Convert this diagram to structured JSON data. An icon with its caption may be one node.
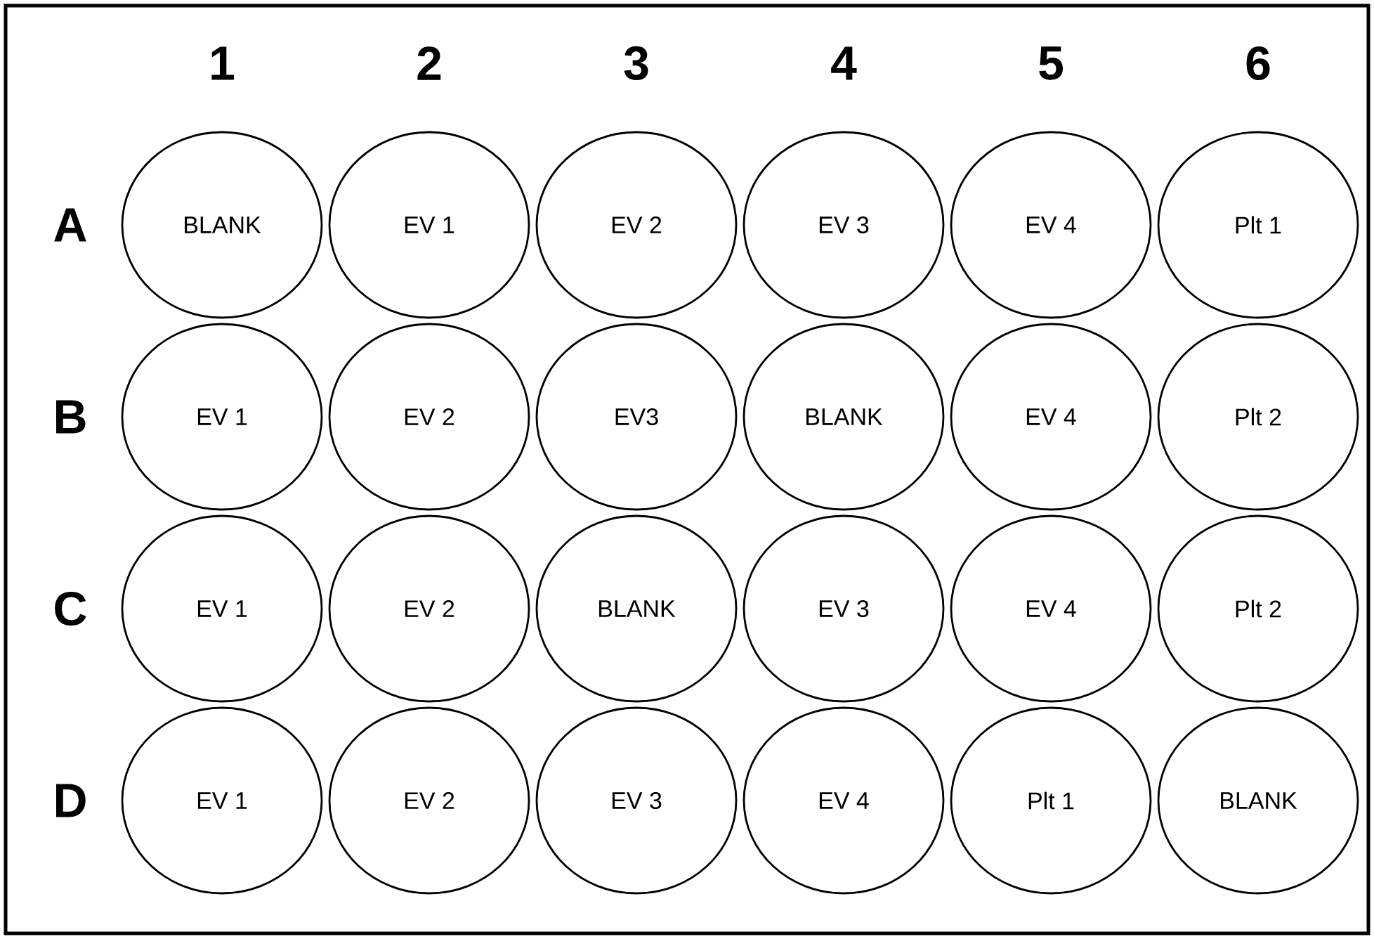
{
  "diagram": {
    "nodes": [
      {
        "text": [
          "BLANK"
        ]
      },
      {
        "text": [
          "EV 1"
        ]
      },
      {
        "text": [
          "EV 2"
        ]
      },
      {
        "text": [
          "EV 3"
        ]
      },
      {
        "text": [
          "EV 4"
        ]
      },
      {
        "text": [
          "Plt 1"
        ]
      },
      {
        "text": [
          "EV 1"
        ]
      },
      {
        "text": [
          "EV 2"
        ]
      },
      {
        "text": [
          "EV3"
        ]
      },
      {
        "text": [
          "BLANK"
        ]
      },
      {
        "text": [
          "EV 4"
        ]
      },
      {
        "text": [
          "Plt 2"
        ]
      },
      {
        "text": [
          "EV 1"
        ]
      },
      {
        "text": [
          "EV 2"
        ]
      },
      {
        "text": [
          "BLANK"
        ]
      },
      {
        "text": [
          "EV 3"
        ]
      },
      {
        "text": [
          "EV 4"
        ]
      },
      {
        "text": [
          "Plt 2"
        ]
      },
      {
        "text": [
          "EV 1"
        ]
      },
      {
        "text": [
          "EV 2"
        ]
      },
      {
        "text": [
          "EV 3"
        ]
      },
      {
        "text": [
          "EV 4"
        ]
      },
      {
        "text": [
          "Plt 1"
        ]
      },
      {
        "text": [
          "BLANK"
        ]
      }
    ],
    "labels": [
      "1",
      "2",
      "3",
      "4",
      "5",
      "6",
      "A",
      "B",
      "C",
      "D"
    ]
  }
}
